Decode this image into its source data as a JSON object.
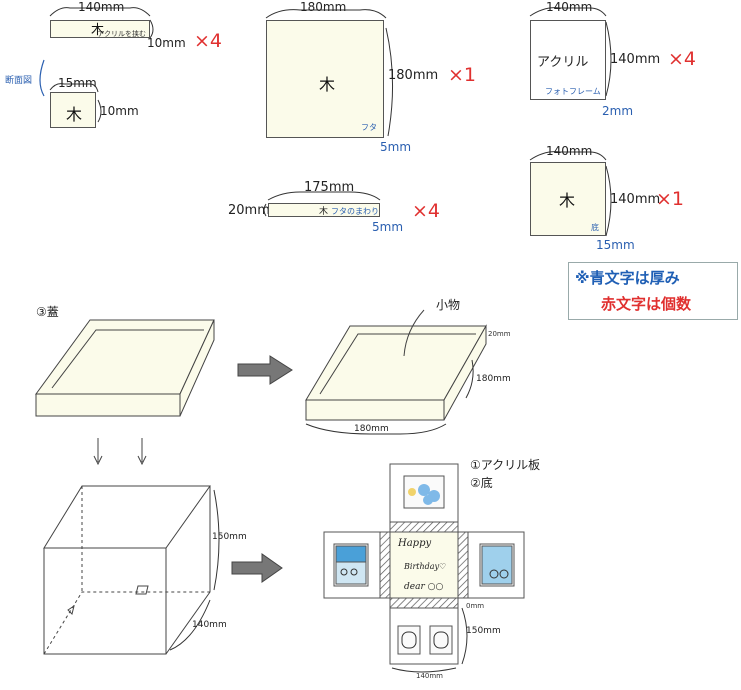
{
  "parts": {
    "part1": {
      "width_label": "140mm",
      "height_label": "10mm",
      "count": "×4",
      "material": "木",
      "note": "アクリルを挟む"
    },
    "section": {
      "title": "断面図",
      "width_label": "15mm",
      "height_label": "10mm",
      "material": "木"
    },
    "part2": {
      "width_label": "180mm",
      "height_label": "180mm",
      "count": "×1",
      "material": "木",
      "note": "フタ",
      "thickness": "5mm"
    },
    "part3": {
      "width_label": "140mm",
      "height_label": "140mm",
      "count": "×4",
      "material": "アクリル",
      "note": "フォトフレーム",
      "thickness": "2mm"
    },
    "part4": {
      "width_label": "175mm",
      "height_label": "20mm",
      "count": "×4",
      "material": "木",
      "note": "フタのまわり",
      "thickness": "5mm"
    },
    "part5": {
      "width_label": "140mm",
      "height_label": "140mm",
      "count": "×1",
      "material": "木",
      "note": "底",
      "thickness": "15mm"
    }
  },
  "legend": {
    "blue_text": "※青文字は厚み",
    "red_text": "赤文字は個数",
    "blue_color": "#1f5fb5",
    "red_color": "#e0302f"
  },
  "lid": {
    "step_label": "③蓋",
    "handle_label": "小物",
    "height_label": "20mm",
    "depth_label": "180mm",
    "width_label": "180mm"
  },
  "cube": {
    "height_label": "150mm",
    "depth_label": "140mm"
  },
  "net": {
    "label1": "①アクリル板",
    "label2": "②底",
    "message_line1": "Happy",
    "message_line2": "Birthday♡",
    "message_line3": "dear ○○",
    "dim_small": "0mm",
    "dim_height": "150mm",
    "dim_width": "140mm"
  }
}
